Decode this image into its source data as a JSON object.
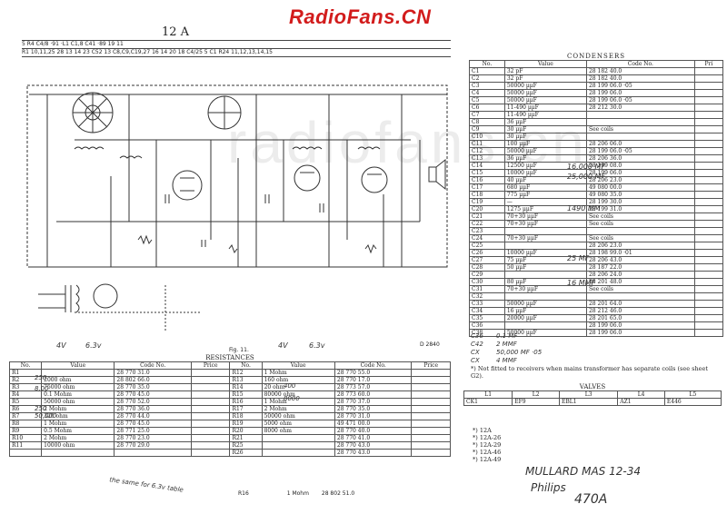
{
  "site_logo": "RadioFans.CN",
  "watermark": "radiofans.cn",
  "page_title": "12 A",
  "figure_label": "Fig. 11.",
  "drawing_number": "D 2840",
  "resistances": {
    "title": "RESISTANCES",
    "headers": [
      "No.",
      "Value",
      "Code No.",
      "Price",
      "No.",
      "Value",
      "Code No.",
      "Price"
    ],
    "left_rows": [
      [
        "R1",
        "",
        "28 770 31.0"
      ],
      [
        "R2",
        "2000 ohm",
        "28 802 66.0"
      ],
      [
        "R3",
        "75000 ohm",
        "28 770 35.0"
      ],
      [
        "R4",
        "0.1 Mohm",
        "28 770 45.0"
      ],
      [
        "R5",
        "50000 ohm",
        "28 770 52.0"
      ],
      [
        "R6",
        "2 Mohm",
        "28 770 36.0"
      ],
      [
        "R7",
        "320 ohm",
        "28 770 44.0"
      ],
      [
        "R8",
        "1 Mohm",
        "28 770 45.0"
      ],
      [
        "R9",
        "0.5 Mohm",
        "28 771 25.0"
      ],
      [
        "R10",
        "2 Mohm",
        "28 770 23.0"
      ],
      [
        "R11",
        "10000 ohm",
        "28 770 29.0"
      ]
    ],
    "right_rows": [
      [
        "R12",
        "1 Mohm",
        "28 770 55.0"
      ],
      [
        "R13",
        "160 ohm",
        "28 770 17.0"
      ],
      [
        "R14",
        "20 ohm",
        "28 773 57.0"
      ],
      [
        "R15",
        "80000 ohm",
        "28 773 60.0"
      ],
      [
        "R16",
        "1 Mohm",
        "28 770 37.0"
      ],
      [
        "R17",
        "2 Mohm",
        "28 770 35.0"
      ],
      [
        "R18",
        "50000 ohm",
        "28 770 31.0"
      ],
      [
        "R19",
        "5000 ohm",
        "49 471 00.0"
      ],
      [
        "R20",
        "8000 ohm",
        "28 770 40.0"
      ],
      [
        "R21",
        "",
        "28 770 41.0"
      ],
      [
        "R25",
        "",
        "28 770 43.0"
      ],
      [
        "R26",
        "",
        "28 770 43.0"
      ]
    ],
    "extra_row": [
      "R16",
      "1 Mohm",
      "28 802 51.0"
    ]
  },
  "handwritten": {
    "col1": "4V",
    "col2": "6.3v",
    "col3": "4V",
    "col4": "6.3v",
    "left_values": [
      "250",
      "8,00",
      "250",
      "50,000"
    ],
    "right_values": [
      "400",
      "8000"
    ],
    "under_table": "the same for 6.3v table",
    "mullard": "MULLARD  MAS 12-34",
    "philips": "Philips",
    "model": "470A",
    "condenser_notes": [
      "16,000 MF",
      "25,000 MF",
      "1490 MM",
      "25 MF",
      "16 MMF"
    ]
  },
  "condensers": {
    "title": "CONDENSERS",
    "headers": [
      "No.",
      "Value",
      "Code No.",
      "Pri"
    ],
    "rows": [
      [
        "C1",
        "32 pF",
        "28 182 40.0"
      ],
      [
        "C2",
        "32 pF",
        "28 182 40.0"
      ],
      [
        "C3",
        "50000 µµF",
        "28 199 06.0 ·05"
      ],
      [
        "C4",
        "50000 µµF",
        "28 199 06.0"
      ],
      [
        "C5",
        "50000 µµF",
        "28 199 06.0 ·05"
      ],
      [
        "C6",
        "11-490 µµF",
        "28 212 30.0"
      ],
      [
        "C7",
        "11-490 µµF",
        ""
      ],
      [
        "C8",
        "36 µµF",
        ""
      ],
      [
        "C9",
        "30 µµF",
        "See coils"
      ],
      [
        "C10",
        "30 µµF",
        ""
      ],
      [
        "C11",
        "100 µµF",
        "28 206 06.0"
      ],
      [
        "C12",
        "50000 µµF",
        "28 199 06.0 ·05"
      ],
      [
        "C13",
        "36 µµF",
        "28 206 36.0"
      ],
      [
        "C14",
        "12500 µµF",
        "28 199 08.0"
      ],
      [
        "C15",
        "10000 µµF",
        "28 199 06.0"
      ],
      [
        "C16",
        "40 µµF",
        "28 206 23.0"
      ],
      [
        "C17",
        "680 µµF",
        "49 080 00.0"
      ],
      [
        "C18",
        "775 µµF",
        "49 080 35.0"
      ],
      [
        "C19",
        "—",
        "28 199 30.0"
      ],
      [
        "C20",
        "1275 µµF",
        "28 199 31.0"
      ],
      [
        "C21",
        "70+30 µµF",
        "See coils"
      ],
      [
        "C22",
        "70+30 µµF",
        "See coils"
      ],
      [
        "C23",
        "",
        ""
      ],
      [
        "C24",
        "70+30 µµF",
        "See coils"
      ],
      [
        "C25",
        "",
        "28 206 23.0"
      ],
      [
        "C26",
        "10000 µµF",
        "28 198 99.0 ·01"
      ],
      [
        "C27",
        "75 µµF",
        "28 206 43.0"
      ],
      [
        "C28",
        "50 µµF",
        "28 187 22.0"
      ],
      [
        "C29",
        "",
        "28 206 24.0"
      ],
      [
        "C30",
        "80 µµF",
        "28 201 48.0"
      ],
      [
        "C31",
        "70+30 µµF",
        "See coils"
      ],
      [
        "C32",
        "",
        ""
      ],
      [
        "C33",
        "50000 µµF",
        "28 201 64.0"
      ],
      [
        "C34",
        "16 µµF",
        "28 212 46.0"
      ],
      [
        "C35",
        "20000 µµF",
        "28 201 65.0"
      ],
      [
        "C36",
        "",
        "28 199 06.0"
      ],
      [
        "C38",
        "50000 µµF",
        "28 199 06.0"
      ]
    ],
    "extra": [
      [
        "C36",
        "0.1 MF"
      ],
      [
        "C42",
        "2 MMF"
      ],
      [
        "CX",
        "50,000 MF ·05"
      ],
      [
        "CX",
        "4 MMF"
      ]
    ],
    "footnote": "*) Not fitted to receivers when mains transformer has separate coils (see sheet G2)."
  },
  "valves": {
    "title": "VALVES",
    "headers": [
      "L1",
      "L2",
      "L3",
      "L4",
      "L5"
    ],
    "row": [
      "CK1",
      "EF9",
      "EBL1",
      "AZ1",
      "E446"
    ],
    "models": [
      "*) 12A",
      "*) 12A-26",
      "*) 12A-29",
      "*) 12A-46",
      "*) 12A-49"
    ]
  },
  "top_strip": {
    "row1": "5 R4 C4/8 ·91 ·L1 C1,8 C41 ·89 19 11",
    "row2": "R1  10,11,25  28 13 14 23  C52 13  C8,C9,C19,27 16 14 20 18 C4/25 5 C1 R24 11,12,13,14,15"
  }
}
